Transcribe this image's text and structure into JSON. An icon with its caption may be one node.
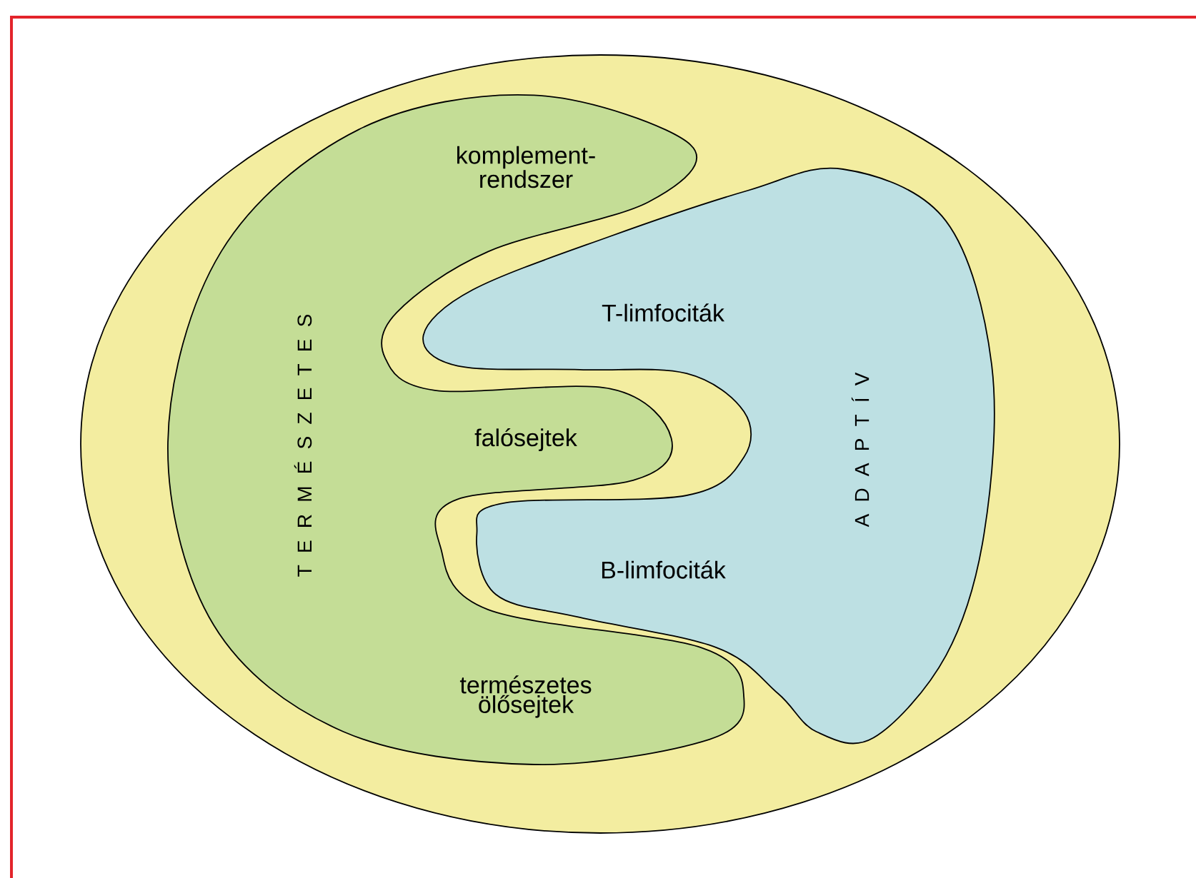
{
  "diagram": {
    "nodes": [
      {
        "text": [],
        "shape": "ellipse"
      },
      {
        "text": [
          "T E R M É S Z E T E S",
          "komplement- rendszer",
          "falósejtek",
          "természetes ölősejtek"
        ],
        "in": 0
      },
      {
        "text": [
          "A D A P T Í V",
          "T-limfociták",
          "B-limfociták"
        ],
        "in": 0
      }
    ]
  }
}
